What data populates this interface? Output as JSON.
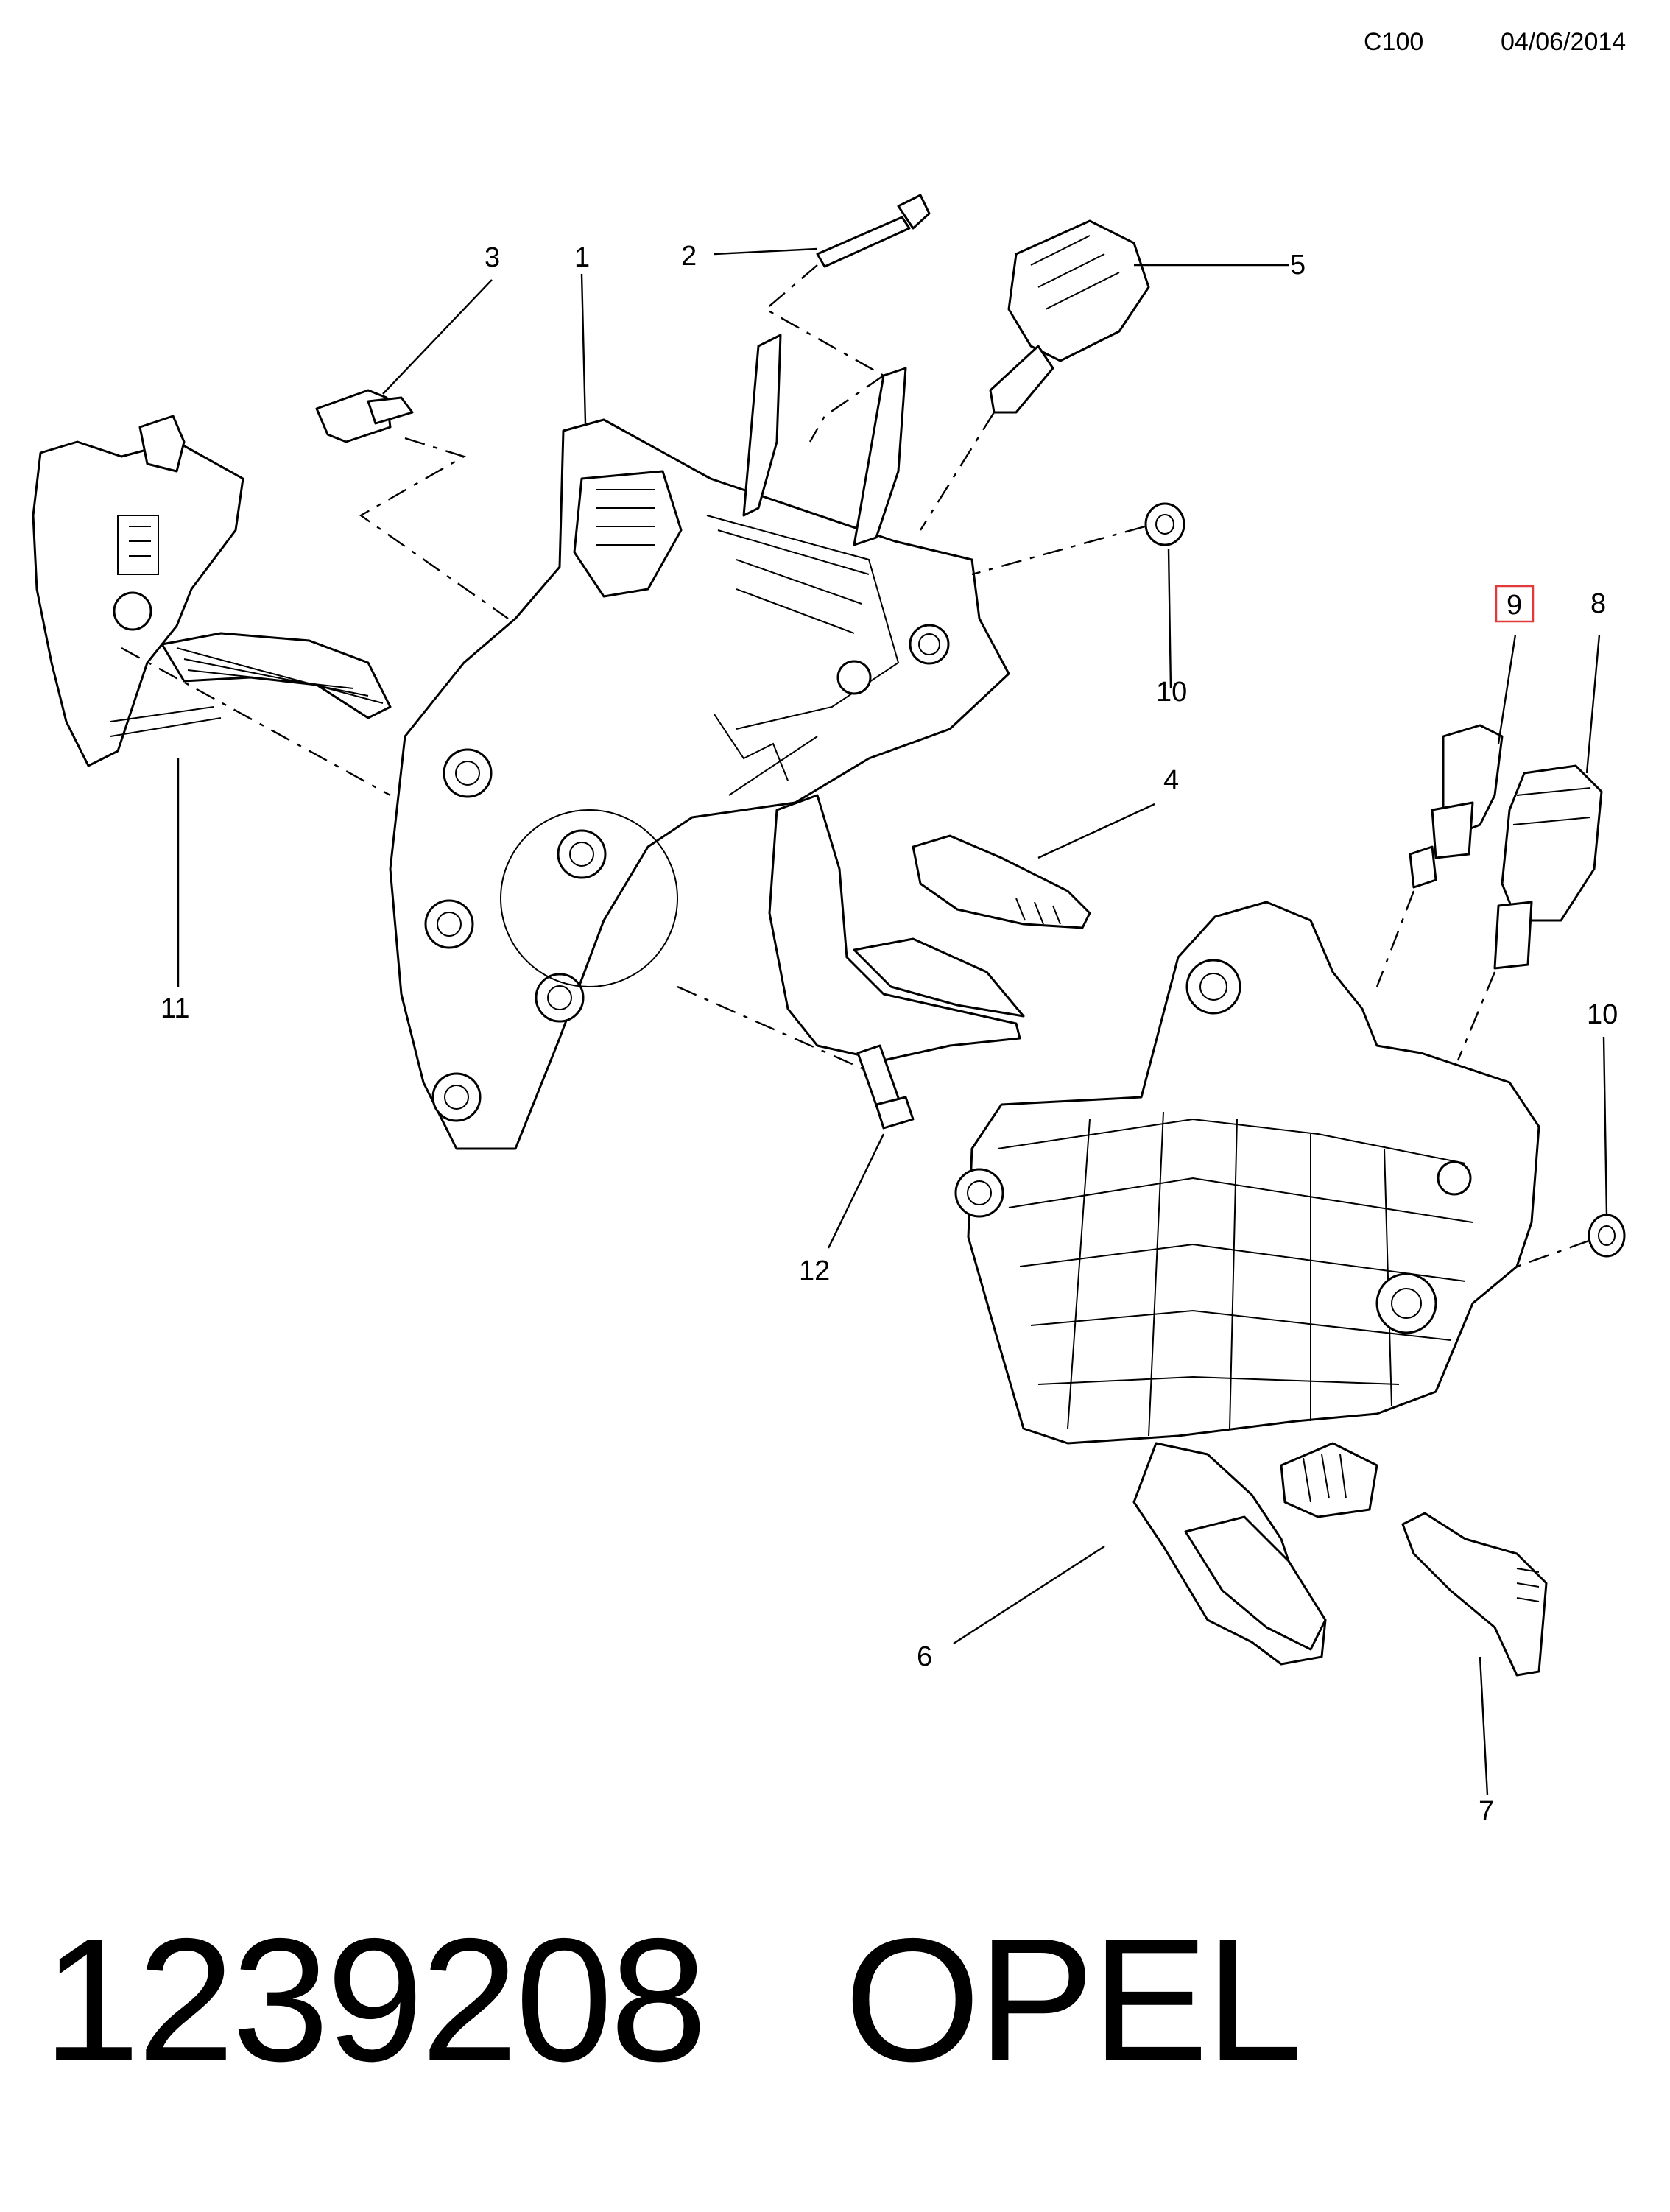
{
  "header": {
    "code": "C100",
    "date": "04/06/2014"
  },
  "callouts": [
    "1",
    "2",
    "3",
    "4",
    "5",
    "6",
    "7",
    "8",
    "9",
    "10",
    "10",
    "11",
    "12"
  ],
  "highlighted_callout": "9",
  "footer": {
    "part_number": "1239208",
    "brand": "OPEL"
  }
}
